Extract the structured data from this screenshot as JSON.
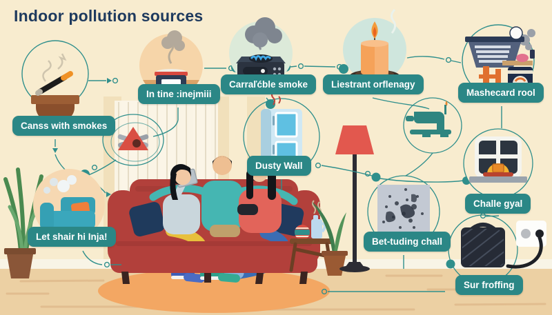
{
  "title": "Indoor pollution sources",
  "items": [
    {
      "icon": "cigarette-ashtray-icon",
      "label": "Canss with smokes"
    },
    {
      "icon": "incense-burner-icon",
      "label": "In tine :inejmiii"
    },
    {
      "icon": "gas-stove-smoke-icon",
      "label": "Carraľćble smoke"
    },
    {
      "icon": "burning-candle-icon",
      "label": "Liestrant orflenagy"
    },
    {
      "icon": "vent-cleaning-tools-icon",
      "label": "Mashecard rool"
    },
    {
      "icon": "refrigerator-icon",
      "label": "Dusty Wall"
    },
    {
      "icon": "window-hard-hat-icon",
      "label": "Challe gyal"
    },
    {
      "icon": "mold-patch-icon",
      "label": "Bet-tuding chall"
    },
    {
      "icon": "dusty-sofa-icon",
      "label": "Let shair hi Inja!"
    },
    {
      "icon": "air-purifier-plug-icon",
      "label": "Sur froffing"
    }
  ],
  "colors": {
    "accent_teal": "#2b8786",
    "title_navy": "#1e3a5e",
    "wall_cream": "#f8eccf",
    "floor_tan": "#ecd0a3",
    "couch_red": "#b2403b",
    "rug_orange": "#f3a763"
  }
}
